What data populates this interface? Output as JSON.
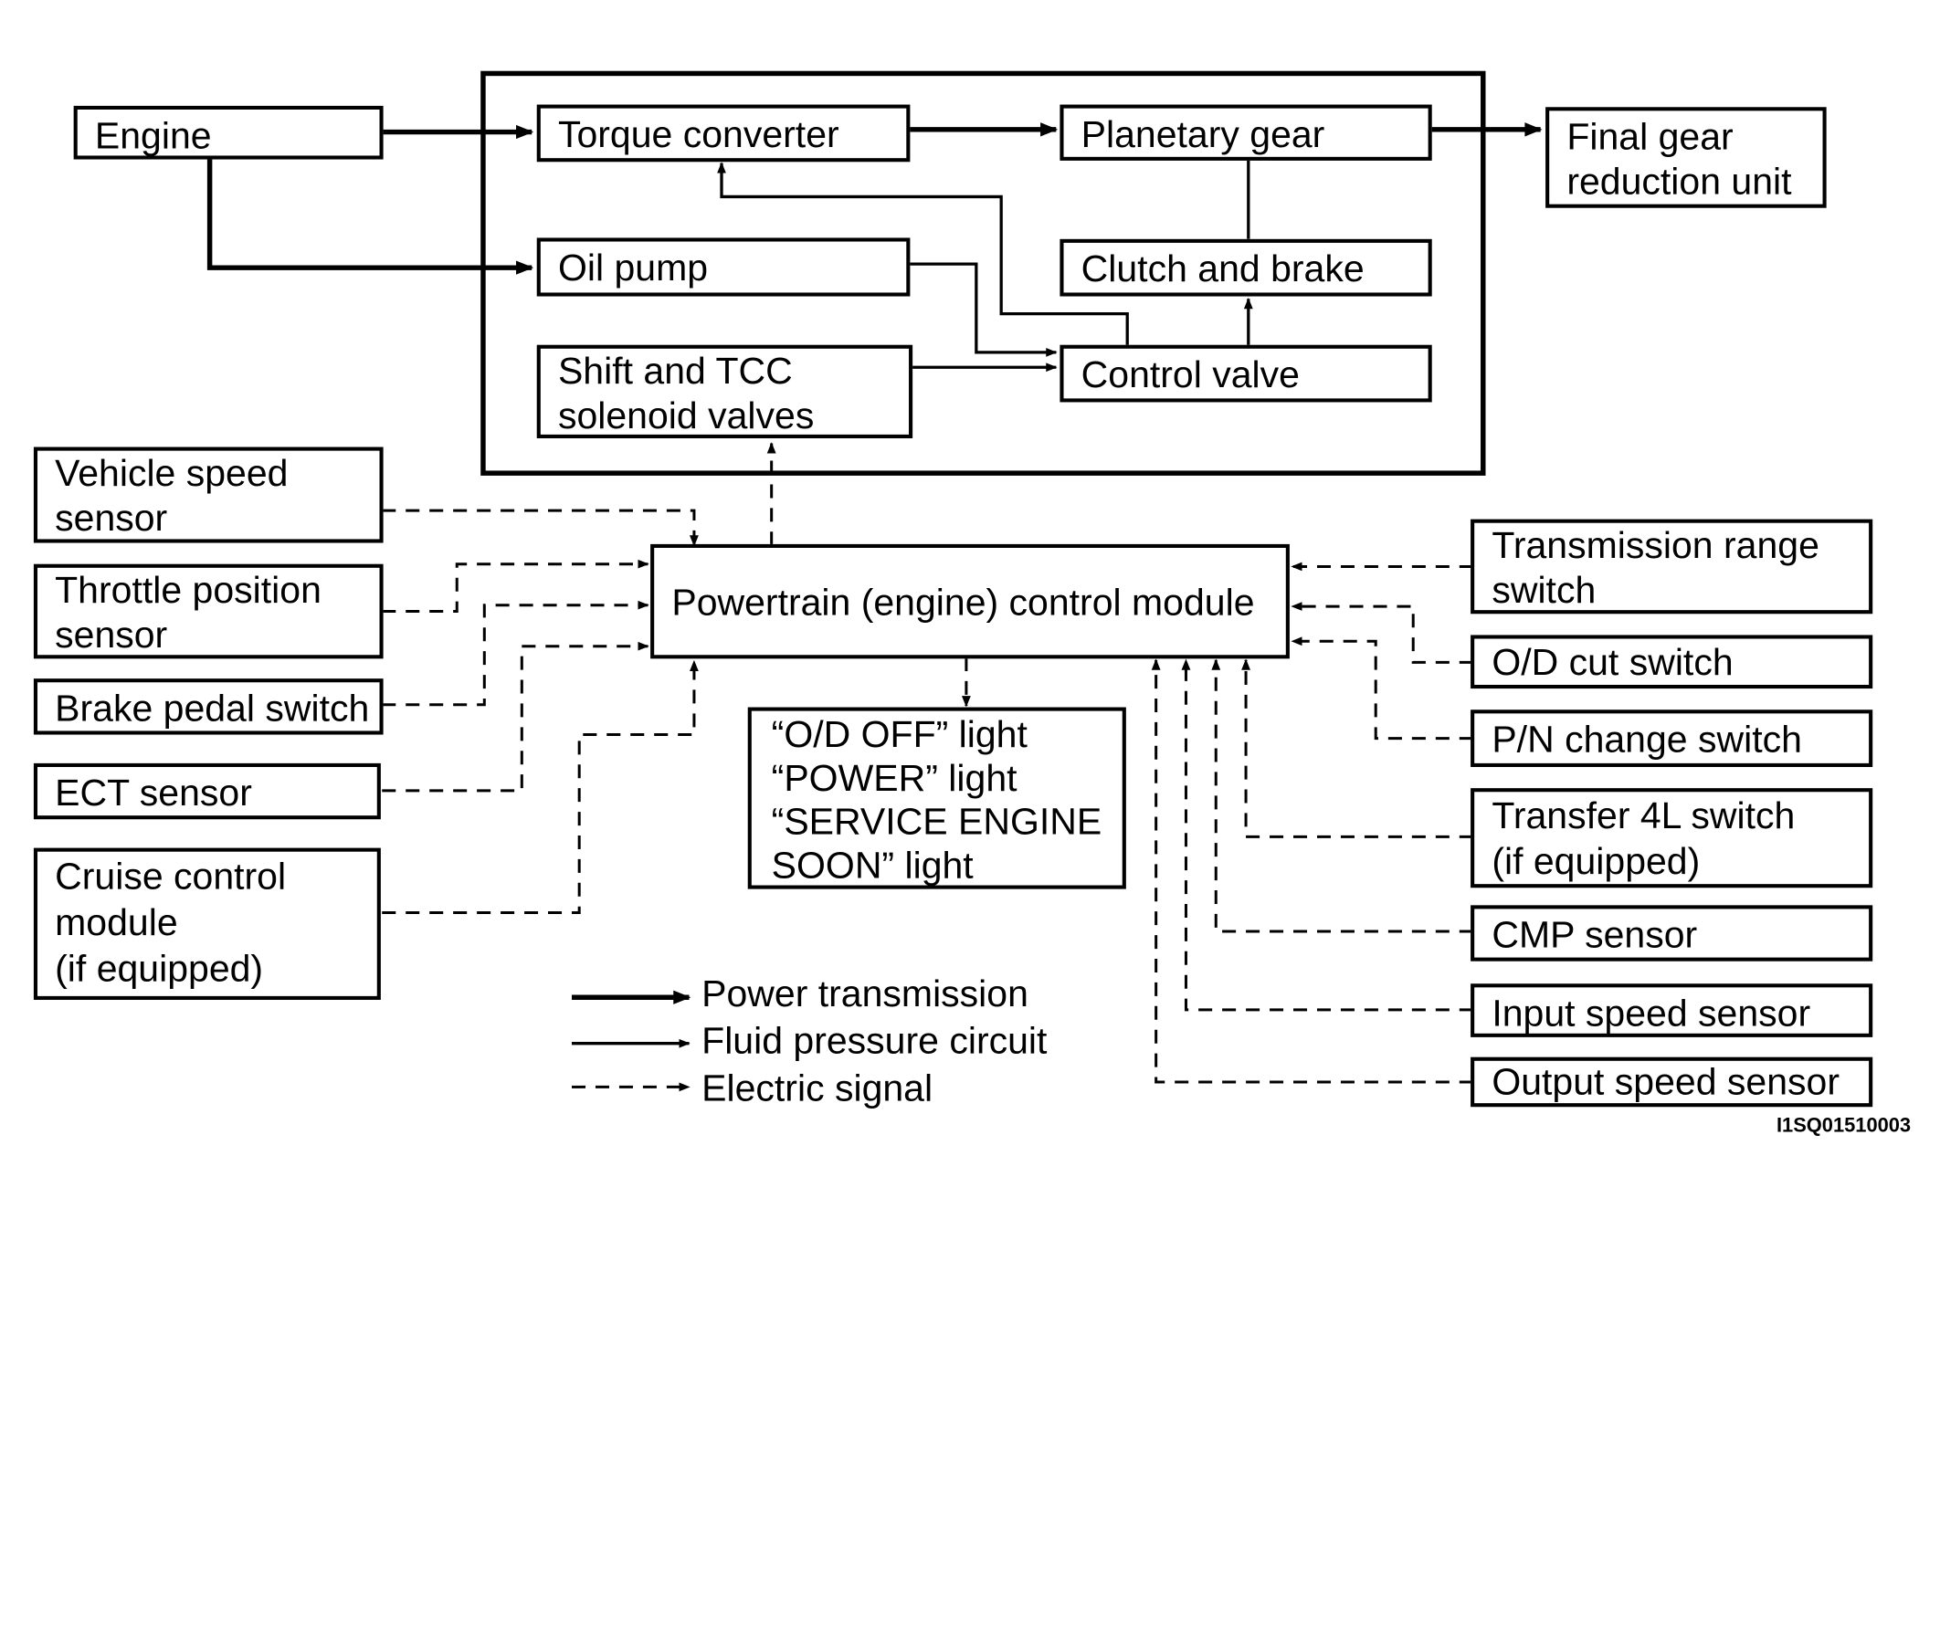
{
  "diagram": {
    "powertrain": {
      "engine": "Engine",
      "torque_converter": "Torque converter",
      "planetary_gear": "Planetary gear",
      "final_gear": [
        "Final gear",
        "reduction unit"
      ],
      "oil_pump": "Oil pump",
      "clutch_brake": "Clutch and brake",
      "shift_tcc": [
        "Shift and TCC",
        "solenoid valves"
      ],
      "control_valve": "Control valve"
    },
    "pcm": "Powertrain (engine) control module",
    "lights": [
      "“O/D OFF” light",
      "“POWER” light",
      "“SERVICE ENGINE",
      "SOON” light"
    ],
    "left_inputs": {
      "vehicle_speed": [
        "Vehicle speed",
        "sensor"
      ],
      "throttle": [
        "Throttle position",
        "sensor"
      ],
      "brake_pedal": "Brake pedal switch",
      "ect": "ECT sensor",
      "cruise": [
        "Cruise control",
        "module",
        "(if equipped)"
      ]
    },
    "right_inputs": {
      "trans_range": [
        "Transmission range",
        "switch"
      ],
      "od_cut": "O/D cut switch",
      "pn_change": "P/N change switch",
      "transfer_4l": [
        "Transfer 4L switch",
        "(if equipped)"
      ],
      "cmp": "CMP sensor",
      "input_speed": "Input speed sensor",
      "output_speed": "Output speed sensor"
    },
    "legend": {
      "power": "Power transmission",
      "fluid": "Fluid pressure circuit",
      "electric": "Electric signal"
    },
    "figure_code": "I1SQ01510003"
  }
}
